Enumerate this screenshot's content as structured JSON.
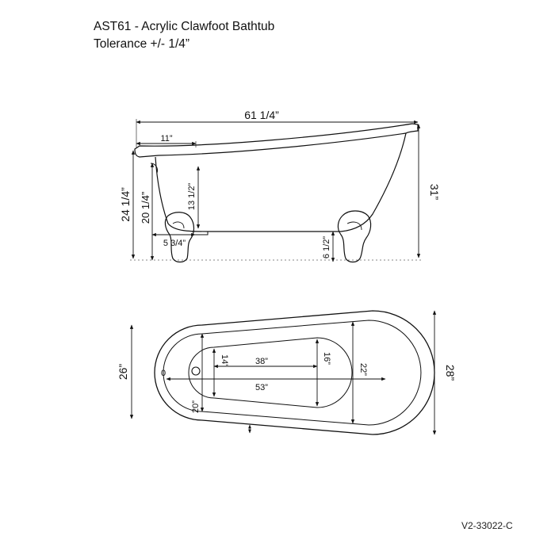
{
  "header": {
    "title": "AST61 - Acrylic Clawfoot Bathtub",
    "tolerance": "Tolerance +/- 1/4”"
  },
  "side_view": {
    "overall_length": "61 1/4”",
    "rim_to_drain": "11”",
    "total_height": "31”",
    "rim_height": "24 1/4”",
    "height_at_drain": "20 1/4”",
    "interior_depth": "13 1/2”",
    "drain_offset": "5 3/4”",
    "floor_clearance": "6 1/2”"
  },
  "top_view": {
    "outer_width": "28”",
    "inner_rim_width": "26”",
    "inner_max_width": "22”",
    "bottom_length": "38”",
    "interior_length": "53”",
    "bottom_width_head": "16”",
    "bottom_width_foot": "14”",
    "width_at_drain": "20”",
    "drain_marker": "0"
  },
  "drawing_code": "V2-33022-C",
  "colors": {
    "line": "#111111",
    "background": "#ffffff"
  }
}
